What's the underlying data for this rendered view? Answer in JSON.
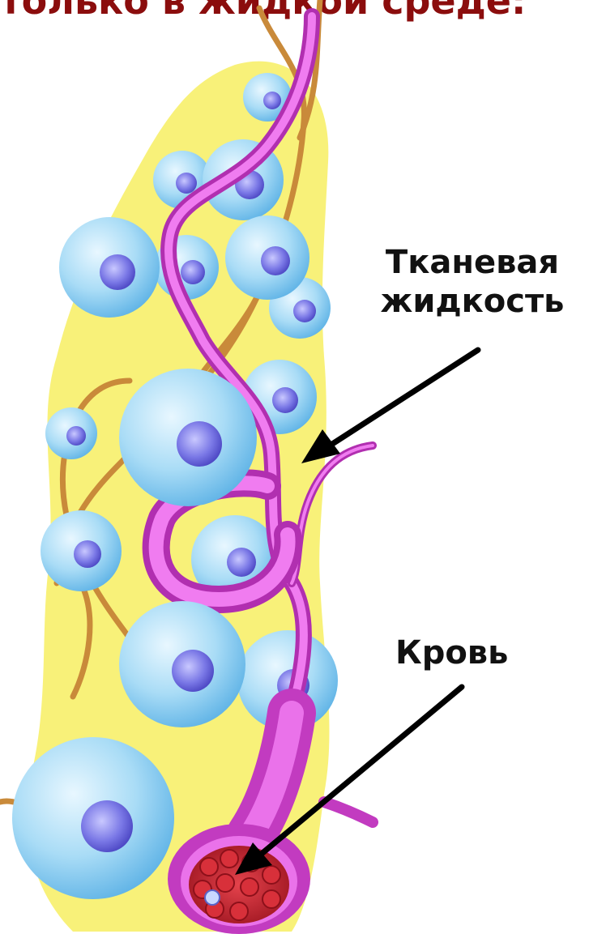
{
  "header": {
    "title": "только в жидкой среде:"
  },
  "labels": {
    "tissue_fluid_line1": "Тканевая",
    "tissue_fluid_line2": "жидкость",
    "blood": "Кровь"
  },
  "colors": {
    "title": "#8b0d0d",
    "fluid": "#f7f06a",
    "cell": "#9fd8f5",
    "cell_nucleus": "#6a6ee0",
    "vessel": "#d94fd6",
    "nerve": "#c98a3a",
    "blood": "#c0202a",
    "arrow": "#000000"
  }
}
